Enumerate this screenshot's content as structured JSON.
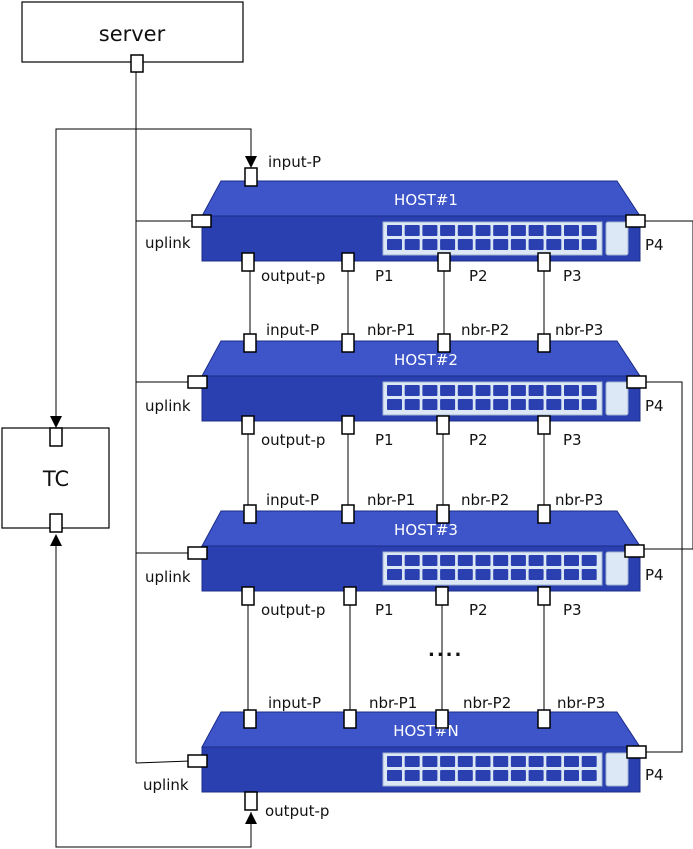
{
  "server": {
    "label": "server"
  },
  "tc": {
    "label": "TC"
  },
  "ports": {
    "input": "input-P",
    "output": "output-p",
    "uplink": "uplink",
    "p1": "P1",
    "p2": "P2",
    "p3": "P3",
    "p4": "P4",
    "nbr1": "nbr-P1",
    "nbr2": "nbr-P2",
    "nbr3": "nbr-P3"
  },
  "hosts": [
    "HOST#1",
    "HOST#2",
    "HOST#3",
    "HOST#N"
  ],
  "ellipsis": "....",
  "colors": {
    "switch_top": "#3d55c8",
    "switch_front": "#2a3fb0",
    "switch_edge": "#1c2c8a",
    "panel": "#dce8f5",
    "rj45": "#2a3fb0",
    "line": "#000000"
  }
}
